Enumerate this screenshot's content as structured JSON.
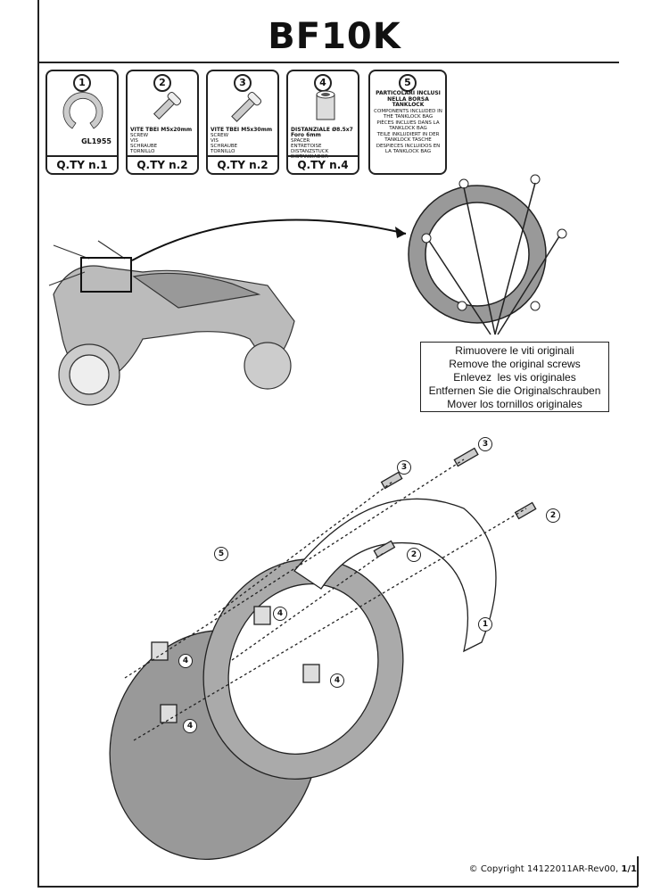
{
  "title": "BF10K",
  "parts": [
    {
      "number": "1",
      "code": "GL1955",
      "qty": "Q.TY n.1"
    },
    {
      "number": "2",
      "name": "VITE TBEI M5x20mm",
      "translations": [
        "SCREW",
        "VIS",
        "SCHRAUBE",
        "TORNILLO"
      ],
      "qty": "Q.TY n.2"
    },
    {
      "number": "3",
      "name": "VITE TBEI M5x30mm",
      "translations": [
        "SCREW",
        "VIS",
        "SCHRAUBE",
        "TORNILLO"
      ],
      "qty": "Q.TY n.2"
    },
    {
      "number": "4",
      "name": "DISTANZIALE Ø8.5x7",
      "name2": "Foro 6mm",
      "translations": [
        "SPACER",
        "ENTRETOISE",
        "DISTANZSTUCK",
        "DISTANCIADOR"
      ],
      "qty": "Q.TY n.4"
    },
    {
      "number": "5",
      "name": "PARTICOLARI INCLUSI NELLA BORSA TANKLOCK",
      "translations": [
        "COMPONENTS INCLUDED IN THE TANKLOCK BAG",
        "PIÈCES INCLUES DANS LA TANKLOCK BAG",
        "TEILE INKLUDIERT IN DER TANKLOCK TASCHE",
        "DESPIECES INCLUIDOS EN LA TANKLOCK BAG"
      ]
    }
  ],
  "instruction": [
    "Rimuovere le viti originali",
    "Remove the original screws",
    "Enlevez  les vis originales",
    "Entfernen Sie die Originalschrauben",
    "Mover los tornillos originales"
  ],
  "callouts": [
    "3",
    "3",
    "2",
    "2",
    "1",
    "5",
    "4",
    "4",
    "4",
    "4"
  ],
  "copyright": "© Copyright 14122011AR-Rev00,",
  "page": "1/1"
}
